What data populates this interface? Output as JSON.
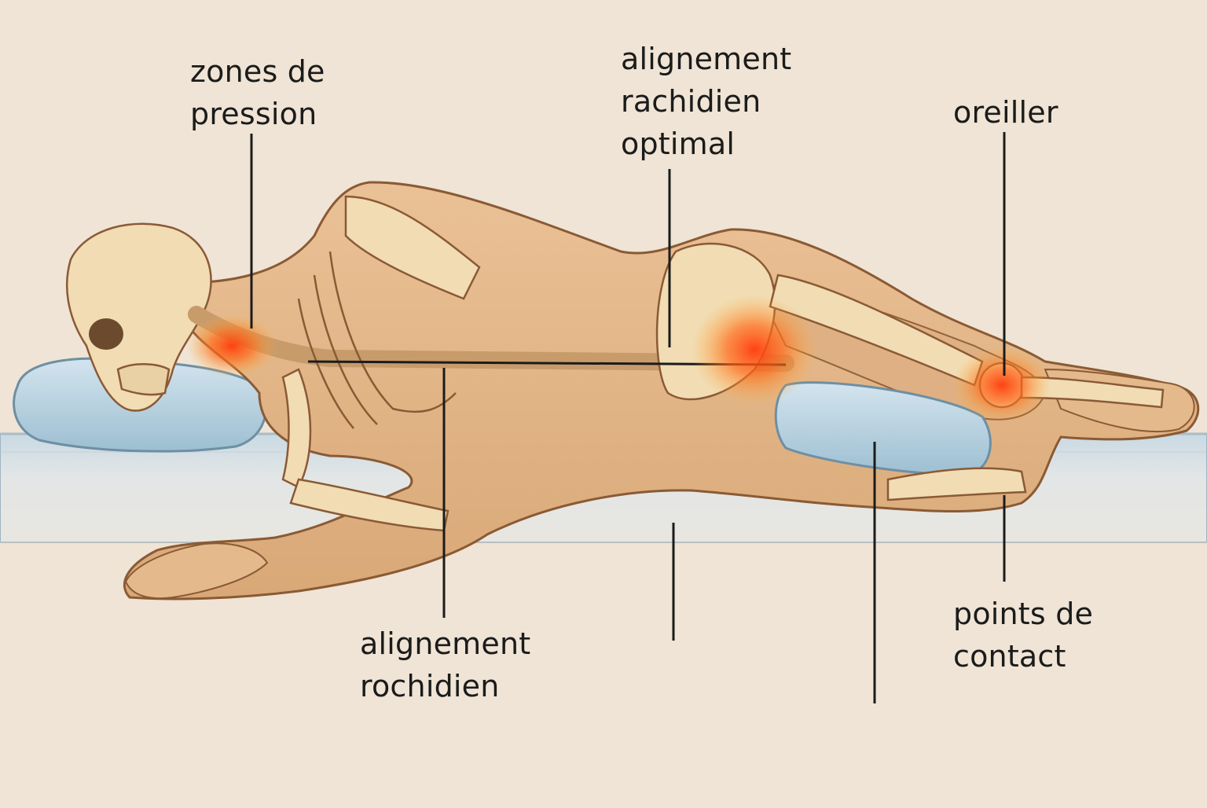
{
  "labels": {
    "pressure_zones": [
      "zones de",
      "pression"
    ],
    "optimal_alignment": [
      "alignement",
      "rachidien",
      "optimal"
    ],
    "pillow": [
      "oreiller"
    ],
    "spinal_alignment": [
      "alignement",
      "rochidien"
    ],
    "contact_points": [
      "points de",
      "contact"
    ]
  },
  "colors": {
    "background": "#efe4d5",
    "skin": "#e2b68a",
    "bone": "#f1dcb4",
    "pillow": "#b9d3e0",
    "mattress": "#dde2e4",
    "pressure_hotspot": "#ff4a12",
    "leader_line": "#1b1b1b"
  }
}
